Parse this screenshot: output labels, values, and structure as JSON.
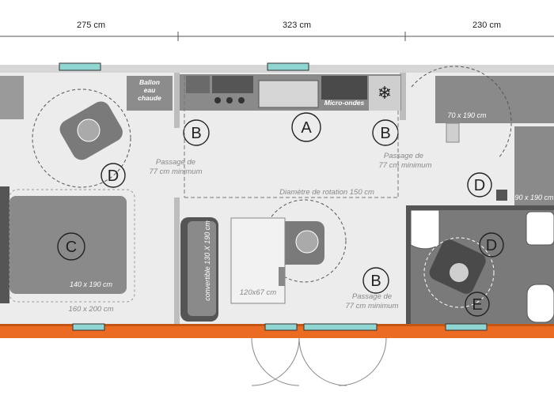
{
  "dimensions": {
    "left": "275 cm",
    "middle": "323 cm",
    "right": "230 cm"
  },
  "zone_labels": {
    "a": "A",
    "b": "B",
    "c": "C",
    "d": "D",
    "e": "E"
  },
  "appliances": {
    "water_heater_line1": "Ballon",
    "water_heater_line2": "eau",
    "water_heater_line3": "chaude",
    "microwave": "Micro-ondes"
  },
  "beds": {
    "double_bed": "140 x 190 cm",
    "double_bed_outline": "160 x 200 cm",
    "single_bed_top": "70 x 190 cm",
    "single_bed_right": "90 x 190 cm",
    "sofa_bed": "convertible 130 X 190 cm",
    "table": "120x67 cm"
  },
  "annotations": {
    "passage_left_1": "Passage de",
    "passage_left_2": "77 cm minimum",
    "passage_right_1": "Passage de",
    "passage_right_2": "77 cm minimum",
    "passage_bottom_1": "Passage de",
    "passage_bottom_2": "77 cm minimum",
    "rotation": "Diamètre de rotation 150 cm"
  },
  "colors": {
    "wall": "#d8d8d8",
    "floor": "#ececec",
    "furniture": "#8a8a8a",
    "dark_furniture": "#555555",
    "accent_orange": "#ec6b22",
    "window_cyan": "#8fd6d2"
  }
}
